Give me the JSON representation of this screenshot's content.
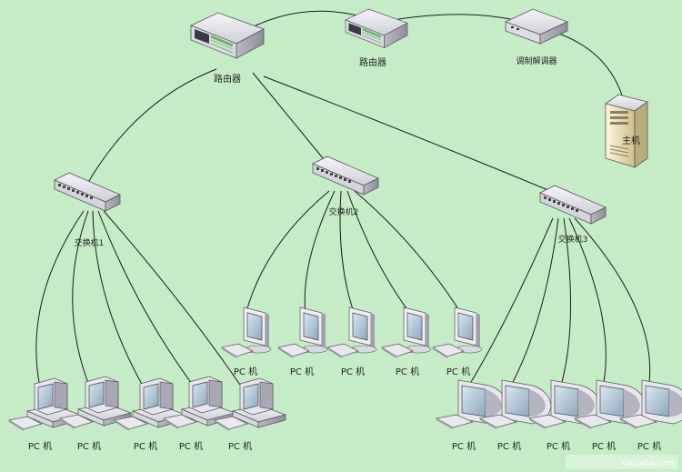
{
  "diagram": {
    "routers": [
      {
        "label": "路由器"
      },
      {
        "label": "路由器"
      }
    ],
    "modem": {
      "label": "调制解调器"
    },
    "host": {
      "label": "主机"
    },
    "switches": [
      {
        "label": "交换机1"
      },
      {
        "label": "交换机2"
      },
      {
        "label": "交换机3"
      }
    ],
    "pc_label": "PC 机"
  },
  "watermark": {
    "text": "xiazaiba.com"
  },
  "colors": {
    "background": "#c6ecc7",
    "line": "#1a1a1a",
    "device_light": "#e8e8ee",
    "device_dark": "#9a9aa6",
    "router_accent": "#6ab46a"
  }
}
